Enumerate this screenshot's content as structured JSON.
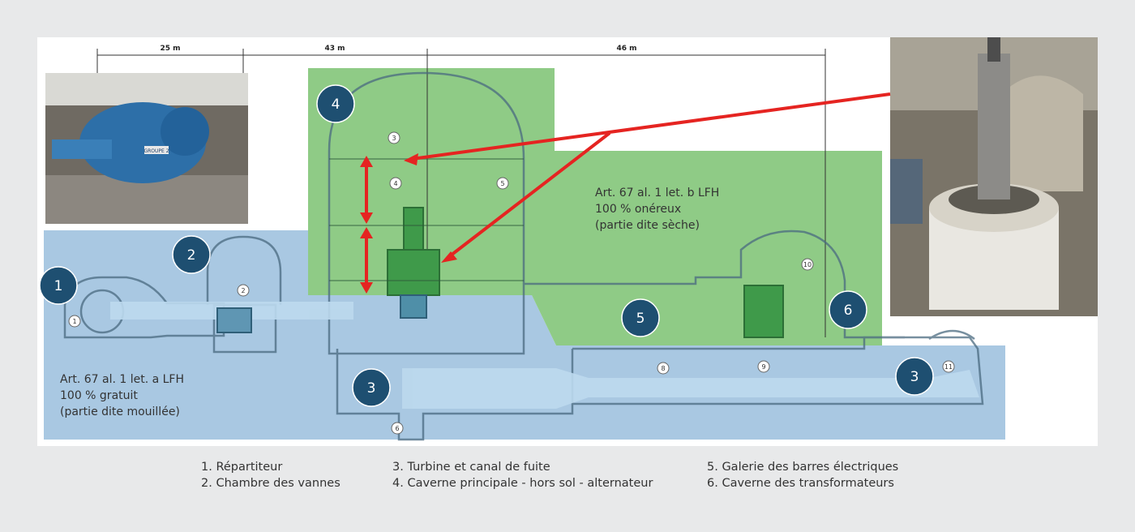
{
  "dimensions": {
    "d1": "25 m",
    "d2": "43 m",
    "d3": "46 m"
  },
  "zones": {
    "dry": {
      "line1": "Art. 67 al. 1 let. b LFH",
      "line2": "100 % onéreux",
      "line3": "(partie dite sèche)",
      "color": "#8fcb86"
    },
    "wet": {
      "line1": "Art. 67 al. 1 let. a LFH",
      "line2": "100 % gratuit",
      "line3": "(partie dite mouillée)",
      "color": "#a9c8e2"
    }
  },
  "markers": [
    "1",
    "2",
    "3",
    "4",
    "5",
    "6",
    "3"
  ],
  "small_labels": [
    "1",
    "2",
    "3",
    "4",
    "5",
    "6",
    "8",
    "9",
    "10",
    "11"
  ],
  "legend": {
    "col1": [
      "1. Répartiteur",
      "2. Chambre des vannes"
    ],
    "col2": [
      "3. Turbine et canal de fuite",
      "4. Caverne principale - hors sol - alternateur"
    ],
    "col3": [
      "5. Galerie des barres électriques",
      "6. Caverne des transformateurs"
    ]
  },
  "photos": {
    "left_label": "GROUPE 2"
  },
  "colors": {
    "marker_fill": "#1e4f71",
    "arrow": "#e52421",
    "water": "#bcd9ee"
  }
}
